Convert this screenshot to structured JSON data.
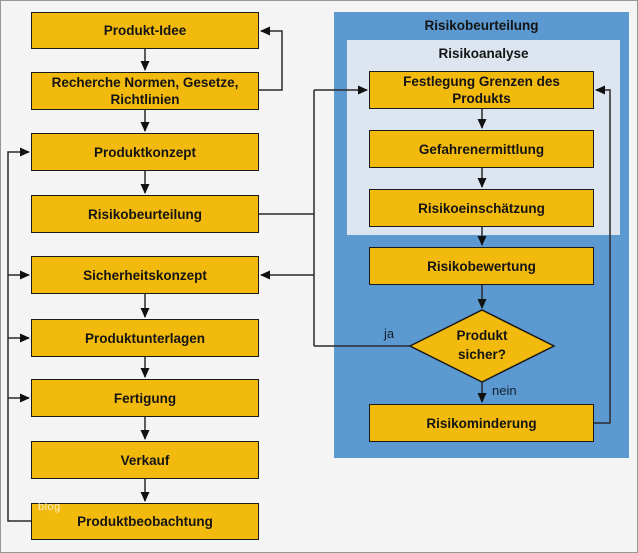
{
  "diagram": {
    "watermark": "blog",
    "colors": {
      "box_fill": "#f2ba0c",
      "box_border": "#1a1a1a",
      "panel_blue": "#5b99d0",
      "panel_light_blue": "#dce5f0",
      "background": "#f4f4f4",
      "line_color": "#2a2a2a"
    },
    "left_column": {
      "boxes": [
        {
          "label": "Produkt-Idee"
        },
        {
          "label": "Recherche Normen, Gesetze,\nRichtlinien"
        },
        {
          "label": "Produktkonzept"
        },
        {
          "label": "Risikobeurteilung"
        },
        {
          "label": "Sicherheitskonzept"
        },
        {
          "label": "Produktunterlagen"
        },
        {
          "label": "Fertigung"
        },
        {
          "label": "Verkauf"
        },
        {
          "label": "Produktbeobachtung"
        }
      ]
    },
    "right_panel": {
      "title": "Risikobeurteilung",
      "inner_panel": {
        "title": "Risikoanalyse",
        "boxes": [
          {
            "label": "Festlegung Grenzen des\nProdukts"
          },
          {
            "label": "Gefahrenermittlung"
          },
          {
            "label": "Risikoeinschätzung"
          }
        ]
      },
      "boxes": [
        {
          "label": "Risikobewertung"
        },
        {
          "label": "Risikominderung"
        }
      ],
      "decision": {
        "label": "Produkt\nsicher?",
        "yes_label": "ja",
        "no_label": "nein"
      }
    }
  }
}
